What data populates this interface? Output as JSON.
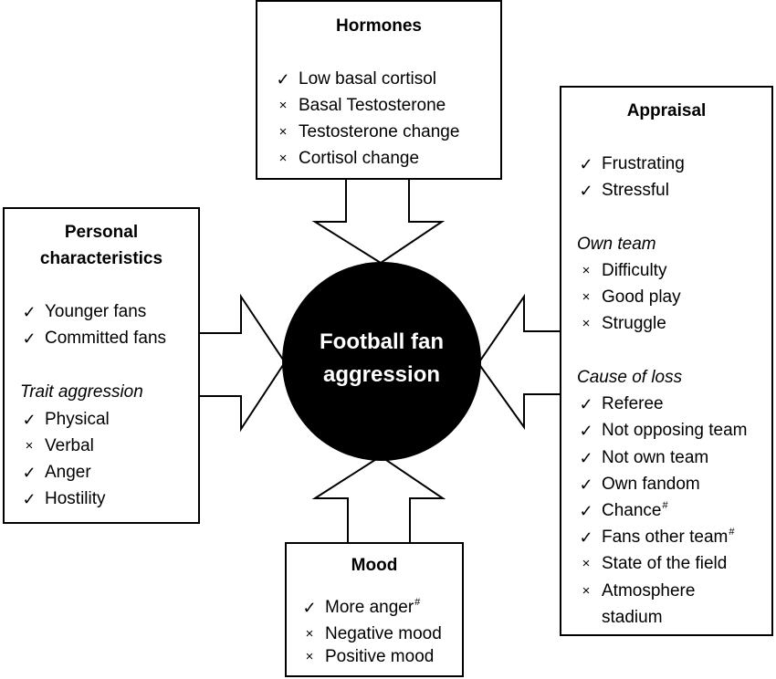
{
  "center": {
    "line1": "Football fan",
    "line2": "aggression"
  },
  "hormones": {
    "title": "Hormones",
    "items": [
      {
        "mark": "✓",
        "text": "Low basal cortisol"
      },
      {
        "mark": "×",
        "text": "Basal Testosterone"
      },
      {
        "mark": "×",
        "text": "Testosterone change"
      },
      {
        "mark": "×",
        "text": "Cortisol change"
      }
    ]
  },
  "personal": {
    "title_line1": "Personal",
    "title_line2": "characteristics",
    "items": [
      {
        "mark": "✓",
        "text": "Younger fans"
      },
      {
        "mark": "✓",
        "text": "Committed fans"
      }
    ],
    "trait_heading": "Trait aggression",
    "trait_items": [
      {
        "mark": "✓",
        "text": "Physical"
      },
      {
        "mark": "×",
        "text": "Verbal"
      },
      {
        "mark": "✓",
        "text": "Anger"
      },
      {
        "mark": "✓",
        "text": "Hostility"
      }
    ]
  },
  "appraisal": {
    "title": "Appraisal",
    "items": [
      {
        "mark": "✓",
        "text": "Frustrating"
      },
      {
        "mark": "✓",
        "text": "Stressful"
      }
    ],
    "own_team_heading": "Own team",
    "own_team_items": [
      {
        "mark": "×",
        "text": "Difficulty"
      },
      {
        "mark": "×",
        "text": "Good play"
      },
      {
        "mark": "×",
        "text": "Struggle"
      }
    ],
    "cause_heading": "Cause of loss",
    "cause_items": [
      {
        "mark": "✓",
        "text": "Referee"
      },
      {
        "mark": "✓",
        "text": "Not opposing team"
      },
      {
        "mark": "✓",
        "text": "Not own team"
      },
      {
        "mark": "✓",
        "text": "Own fandom"
      },
      {
        "mark": "✓",
        "text": "Chance",
        "sup": "#"
      },
      {
        "mark": "✓",
        "text": "Fans other team",
        "sup": "#"
      },
      {
        "mark": "×",
        "text": "State of the field"
      },
      {
        "mark": "×",
        "text": "Atmosphere"
      },
      {
        "mark": "",
        "text": "stadium"
      }
    ]
  },
  "mood": {
    "title": "Mood",
    "items": [
      {
        "mark": "✓",
        "text": "More anger",
        "sup": "#"
      },
      {
        "mark": "×",
        "text": "Negative mood"
      },
      {
        "mark": "×",
        "text": "Positive mood"
      }
    ]
  }
}
